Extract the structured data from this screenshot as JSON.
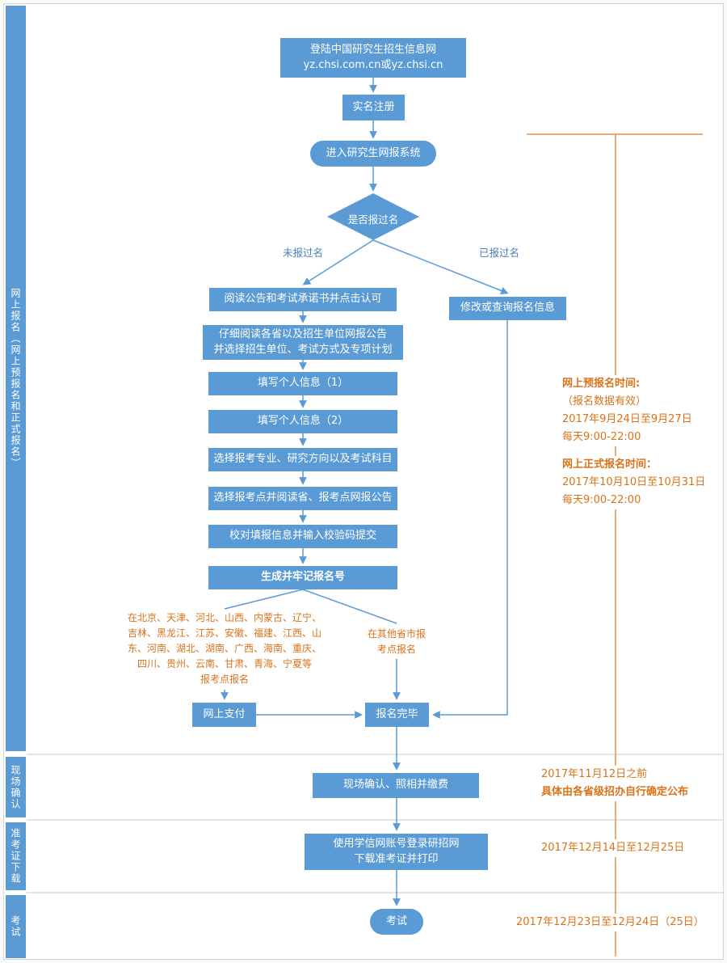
{
  "colors": {
    "node_blue": "#5b9bd5",
    "line_blue": "#5b9bd5",
    "branch_label_blue": "#4a7ebb",
    "orange_text": "#d9731a",
    "timeline_orange": "#e2924d",
    "divider_gray": "#c9c9c9"
  },
  "sidebar": {
    "sections": [
      {
        "label": "网上报名（网上预报名和正式报名）"
      },
      {
        "label": "现场确认"
      },
      {
        "label": "准考证下载"
      },
      {
        "label": "考试"
      }
    ]
  },
  "nodes": {
    "login": "登陆中国研究生招生信息网\nyz.chsi.com.cn或yz.chsi.cn",
    "register": "实名注册",
    "enter": "进入研究生网报系统",
    "decision": "是否报过名",
    "branch_no": "未报过名",
    "branch_yes": "已报过名",
    "modify": "修改或查询报名信息",
    "read_notice": "阅读公告和考试承诺书并点击认可",
    "read_province": "仔细阅读各省以及招生单位网报公告\n并选择招生单位、考试方式及专项计划",
    "info1": "填写个人信息（1）",
    "info2": "填写个人信息（2）",
    "major": "选择报考专业、研究方向以及考试科目",
    "site": "选择报考点并阅读省、报考点网报公告",
    "verify": "校对填报信息并输入校验码提交",
    "number": "生成并牢记报名号",
    "provinces_note": "在北京、天津、河北、山西、内蒙古、辽宁、\n吉林、黑龙江、江苏、安徽、福建、江西、山\n东、河南、湖北、湖南、广西、海南、重庆、\n四川、贵州、云南、甘肃、青海、宁夏等\n报考点报名",
    "other_note": "在其他省市报\n考点报名",
    "pay": "网上支付",
    "complete": "报名完毕",
    "confirm": "现场确认、照相并缴费",
    "download": "使用学信网账号登录研招网\n下载准考证并打印",
    "exam": "考试"
  },
  "annotations": {
    "pre_title": "网上预报名时间:",
    "pre_line1": "（报名数据有效）",
    "pre_line2": "2017年9月24日至9月27日",
    "pre_line3": "每天9:00-22:00",
    "formal_title": "网上正式报名时间：",
    "formal_line1": "2017年10月10日至10月31日",
    "formal_line2": "每天9:00-22:00",
    "confirm_line1": "2017年11月12日之前",
    "confirm_line2": "具体由各省级招办自行确定公布",
    "download_date": "2017年12月14日至12月25日",
    "exam_date": "2017年12月23日至12月24日（25日）"
  }
}
